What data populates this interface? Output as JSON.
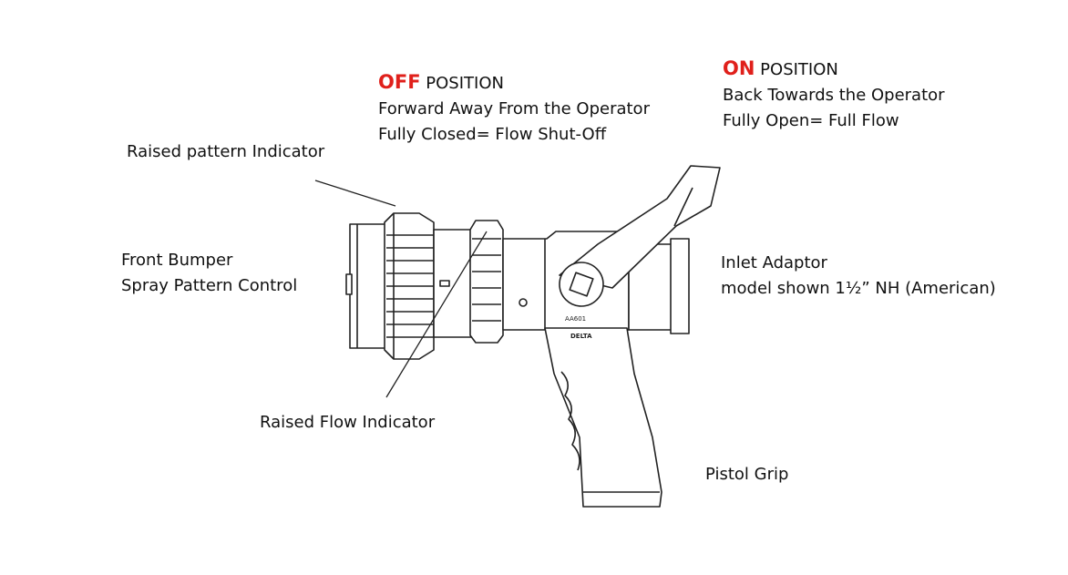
{
  "colors": {
    "accent": "#e0201b",
    "ink": "#222222",
    "background": "#ffffff"
  },
  "off_position": {
    "keyword": "OFF",
    "word": "POSITION",
    "line1": "Forward Away From the Operator",
    "line2": "Fully Closed= Flow Shut-Off"
  },
  "on_position": {
    "keyword": "ON",
    "word": "POSITION",
    "line1": "Back Towards the Operator",
    "line2": "Fully Open= Full Flow"
  },
  "labels": {
    "raised_pattern": "Raised pattern Indicator",
    "front_bumper": "Front Bumper",
    "spray_pattern": "Spray Pattern Control",
    "inlet_adaptor": "Inlet Adaptor",
    "inlet_model": "model shown 1½” NH (American)",
    "raised_flow": "Raised Flow Indicator",
    "pistol_grip": "Pistol Grip"
  },
  "stamps": {
    "model": "AA601",
    "brand": "DELTA"
  }
}
